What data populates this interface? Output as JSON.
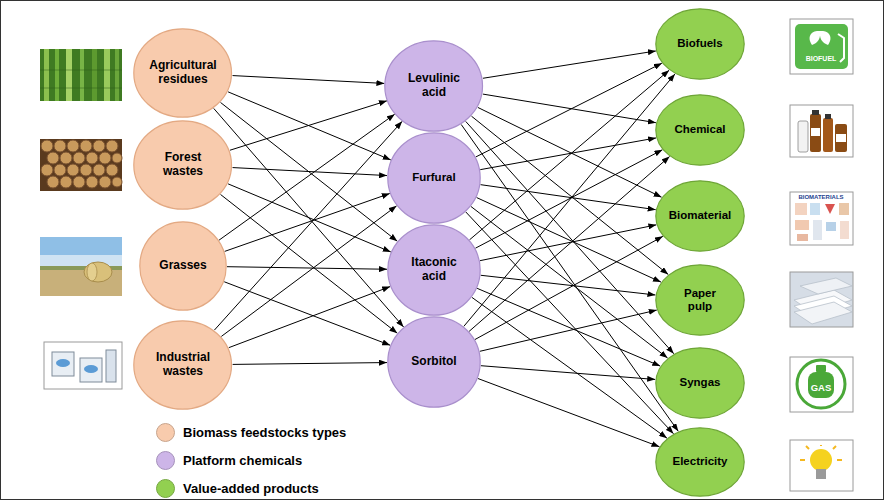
{
  "diagram": {
    "nodes": [
      {
        "text": [
          "Agricultural residues"
        ]
      },
      {
        "text": [
          "Forest wastes"
        ]
      },
      {
        "text": [
          "Grasses"
        ]
      },
      {
        "text": [
          "Industrial wastes"
        ]
      },
      {
        "text": [
          "Levulinic acid"
        ]
      },
      {
        "text": [
          "Furfural"
        ]
      },
      {
        "text": [
          "Itaconic acid"
        ]
      },
      {
        "text": [
          "Sorbitol"
        ]
      },
      {
        "text": [
          "Biofuels"
        ]
      },
      {
        "text": [
          "Chemical"
        ]
      },
      {
        "text": [
          "Biomaterial"
        ]
      },
      {
        "text": [
          "Paper pulp"
        ]
      },
      {
        "text": [
          "Syngas"
        ]
      },
      {
        "text": [
          "Electricity"
        ]
      }
    ],
    "edges": [
      {
        "from": 0,
        "to": 4,
        "arrow": "to"
      },
      {
        "from": 0,
        "to": 5,
        "arrow": "to"
      },
      {
        "from": 0,
        "to": 6,
        "arrow": "to"
      },
      {
        "from": 0,
        "to": 7,
        "arrow": "to"
      },
      {
        "from": 1,
        "to": 4,
        "arrow": "to"
      },
      {
        "from": 1,
        "to": 5,
        "arrow": "to"
      },
      {
        "from": 1,
        "to": 6,
        "arrow": "to"
      },
      {
        "from": 1,
        "to": 7,
        "arrow": "to"
      },
      {
        "from": 2,
        "to": 4,
        "arrow": "to"
      },
      {
        "from": 2,
        "to": 5,
        "arrow": "to"
      },
      {
        "from": 2,
        "to": 6,
        "arrow": "to"
      },
      {
        "from": 2,
        "to": 7,
        "arrow": "to"
      },
      {
        "from": 3,
        "to": 4,
        "arrow": "to"
      },
      {
        "from": 3,
        "to": 5,
        "arrow": "to"
      },
      {
        "from": 3,
        "to": 6,
        "arrow": "to"
      },
      {
        "from": 3,
        "to": 7,
        "arrow": "to"
      },
      {
        "from": 4,
        "to": 8,
        "arrow": "to"
      },
      {
        "from": 4,
        "to": 9,
        "arrow": "to"
      },
      {
        "from": 4,
        "to": 10,
        "arrow": "to"
      },
      {
        "from": 4,
        "to": 11,
        "arrow": "to"
      },
      {
        "from": 4,
        "to": 12,
        "arrow": "to"
      },
      {
        "from": 4,
        "to": 13,
        "arrow": "to"
      },
      {
        "from": 5,
        "to": 8,
        "arrow": "to"
      },
      {
        "from": 5,
        "to": 9,
        "arrow": "to"
      },
      {
        "from": 5,
        "to": 10,
        "arrow": "to"
      },
      {
        "from": 5,
        "to": 11,
        "arrow": "to"
      },
      {
        "from": 5,
        "to": 12,
        "arrow": "to"
      },
      {
        "from": 5,
        "to": 13,
        "arrow": "to"
      },
      {
        "from": 6,
        "to": 8,
        "arrow": "to"
      },
      {
        "from": 6,
        "to": 9,
        "arrow": "to"
      },
      {
        "from": 6,
        "to": 10,
        "arrow": "to"
      },
      {
        "from": 6,
        "to": 11,
        "arrow": "to"
      },
      {
        "from": 6,
        "to": 12,
        "arrow": "to"
      },
      {
        "from": 6,
        "to": 13,
        "arrow": "to"
      },
      {
        "from": 7,
        "to": 8,
        "arrow": "to"
      },
      {
        "from": 7,
        "to": 9,
        "arrow": "to"
      },
      {
        "from": 7,
        "to": 10,
        "arrow": "to"
      },
      {
        "from": 7,
        "to": 11,
        "arrow": "to"
      },
      {
        "from": 7,
        "to": 12,
        "arrow": "to"
      },
      {
        "from": 7,
        "to": 13,
        "arrow": "to"
      }
    ],
    "labels": [
      "BIOFUEL",
      "BIOMATERIALS",
      "GAS"
    ],
    "legend": [
      {
        "text": "Biomass feedstocks types",
        "color": "#f8cbad"
      },
      {
        "text": "Platform chemicals",
        "color": "#cdb5e8"
      },
      {
        "text": "Value-added products",
        "color": "#92d050"
      }
    ]
  }
}
